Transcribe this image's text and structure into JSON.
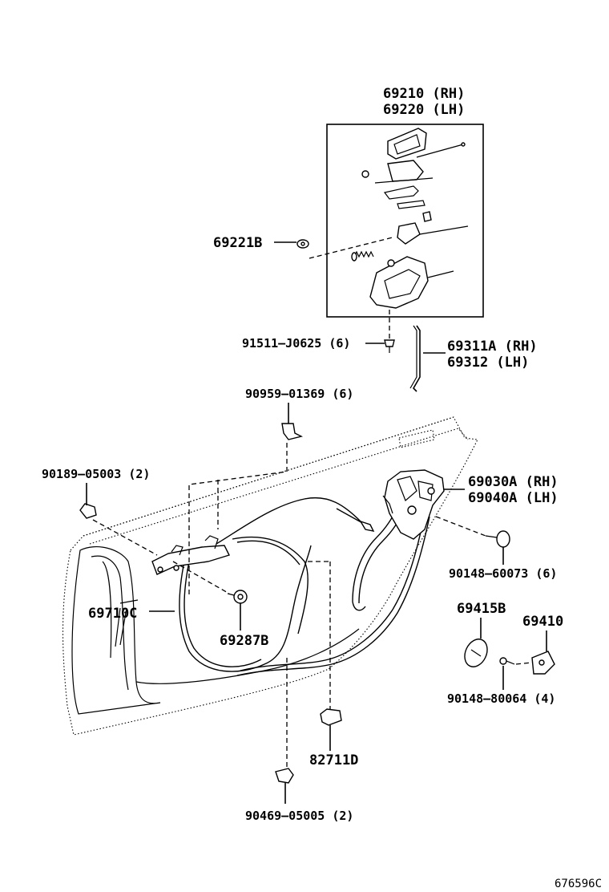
{
  "labels": {
    "p69210": "69210 (RH)",
    "p69220": "69220 (LH)",
    "p69221B": "69221B",
    "p91511": "91511–J0625 (6)",
    "p69311A": "69311A (RH)",
    "p69312": "69312 (LH)",
    "p90959": "90959–01369 (6)",
    "p90189": "90189–05003 (2)",
    "p69030A": "69030A (RH)",
    "p69040A": "69040A (LH)",
    "p90148_60073": "90148–60073 (6)",
    "p69710C": "69710C",
    "p69287B": "69287B",
    "p69415B": "69415B",
    "p69410": "69410",
    "p90148_80064": "90148–80064 (4)",
    "p82711D": "82711D",
    "p90469": "90469–05005 (2)",
    "figure_id": "676596C"
  }
}
